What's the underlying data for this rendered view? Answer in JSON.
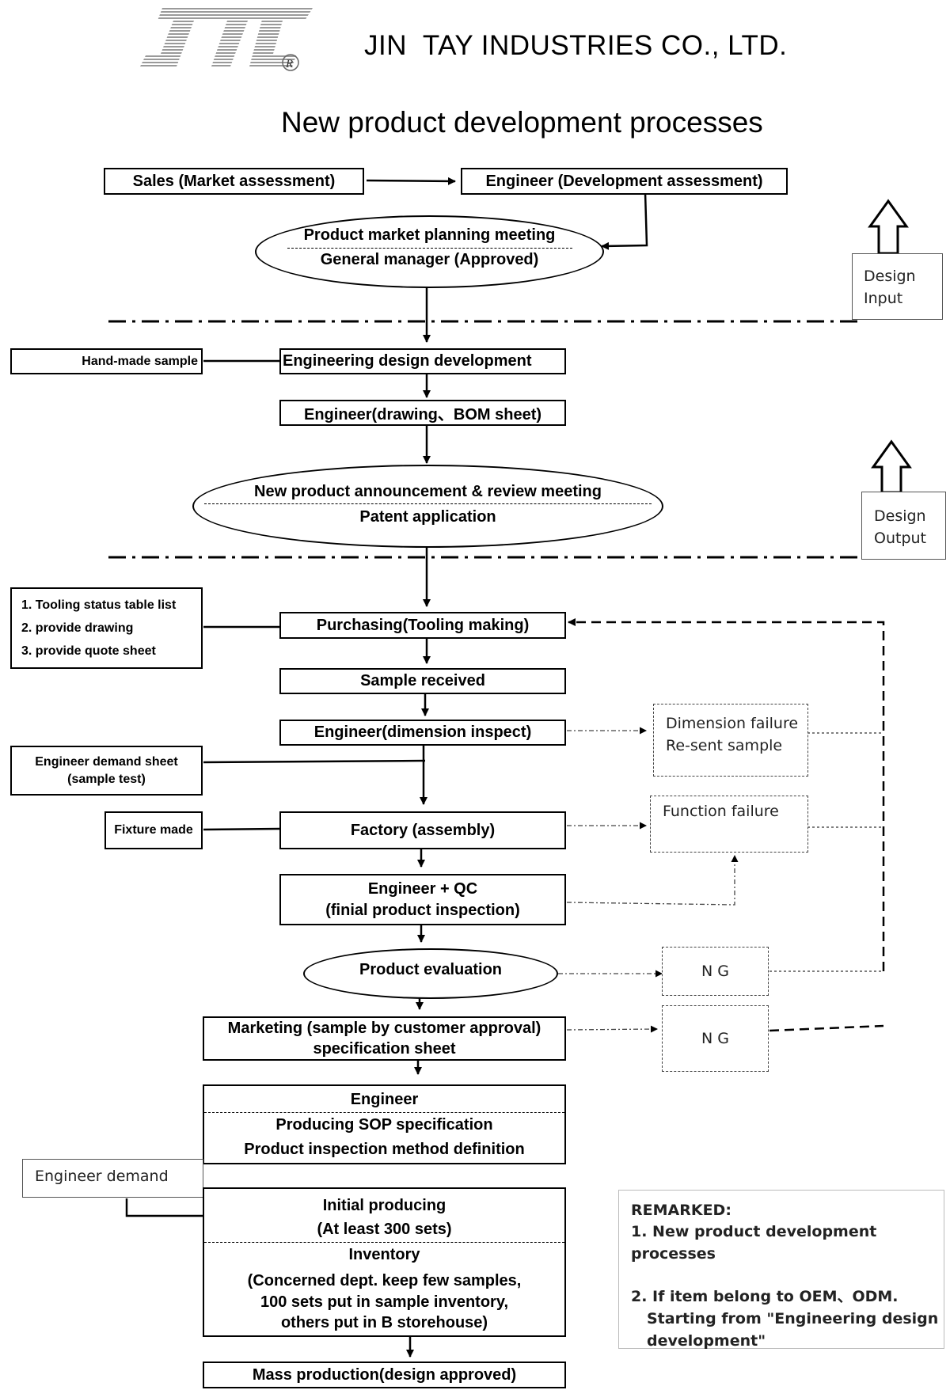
{
  "header": {
    "company": "JIN  TAY INDUSTRIES CO., LTD.",
    "logo_text": "JTC",
    "registered_mark": "R",
    "title": "New product development processes"
  },
  "design_markers": {
    "input": [
      "Design",
      "Input"
    ],
    "output": [
      "Design",
      "Output"
    ]
  },
  "flow": {
    "sales": "Sales (Market assessment)",
    "engineer_dev": "Engineer (Development assessment)",
    "planning_meeting": "Product market planning meeting",
    "gm_approved": "General manager (Approved)",
    "eng_design": "Engineering design development",
    "eng_drawing": "Engineer(drawing、BOM sheet)",
    "announcement": "New product announcement & review meeting",
    "patent": "Patent application",
    "purchasing": "Purchasing(Tooling making)",
    "sample_received": "Sample received",
    "dimension_inspect": "Engineer(dimension inspect)",
    "factory": "Factory (assembly)",
    "eng_qc_1": "Engineer + QC",
    "eng_qc_2": "(finial product inspection)",
    "evaluation": "Product evaluation",
    "marketing_1": "Marketing (sample by customer approval)",
    "marketing_2": "specification sheet",
    "engineer_hdr": "Engineer",
    "sop": "Producing SOP specification",
    "inspection_method": "Product inspection method definition",
    "initial_1": "Initial producing",
    "initial_2": "(At least 300 sets)",
    "inventory_hdr": "Inventory",
    "inventory_1": "(Concerned dept. keep few samples,",
    "inventory_2": "100 sets put in sample inventory,",
    "inventory_3": "others put in B storehouse)",
    "mass": "Mass production(design approved)"
  },
  "side_notes": {
    "handmade": "Hand-made sample",
    "tooling_list": [
      "1. Tooling status table list",
      "2. provide drawing",
      "3. provide quote sheet"
    ],
    "demand_sheet_1": "Engineer demand sheet",
    "demand_sheet_2": "(sample test)",
    "fixture": "Fixture made",
    "engineer_demand": "Engineer demand"
  },
  "failures": {
    "dimension_1": "Dimension failure",
    "dimension_2": "Re-sent sample",
    "function": "Function failure",
    "ng_1": "N G",
    "ng_2": "N G"
  },
  "remarks": {
    "title": "REMARKED:",
    "item1": "1. New product development processes",
    "item2_1": "2. If item belong to OEM、ODM.",
    "item2_2": "Starting from \"Engineering design",
    "item2_3": "development\""
  }
}
